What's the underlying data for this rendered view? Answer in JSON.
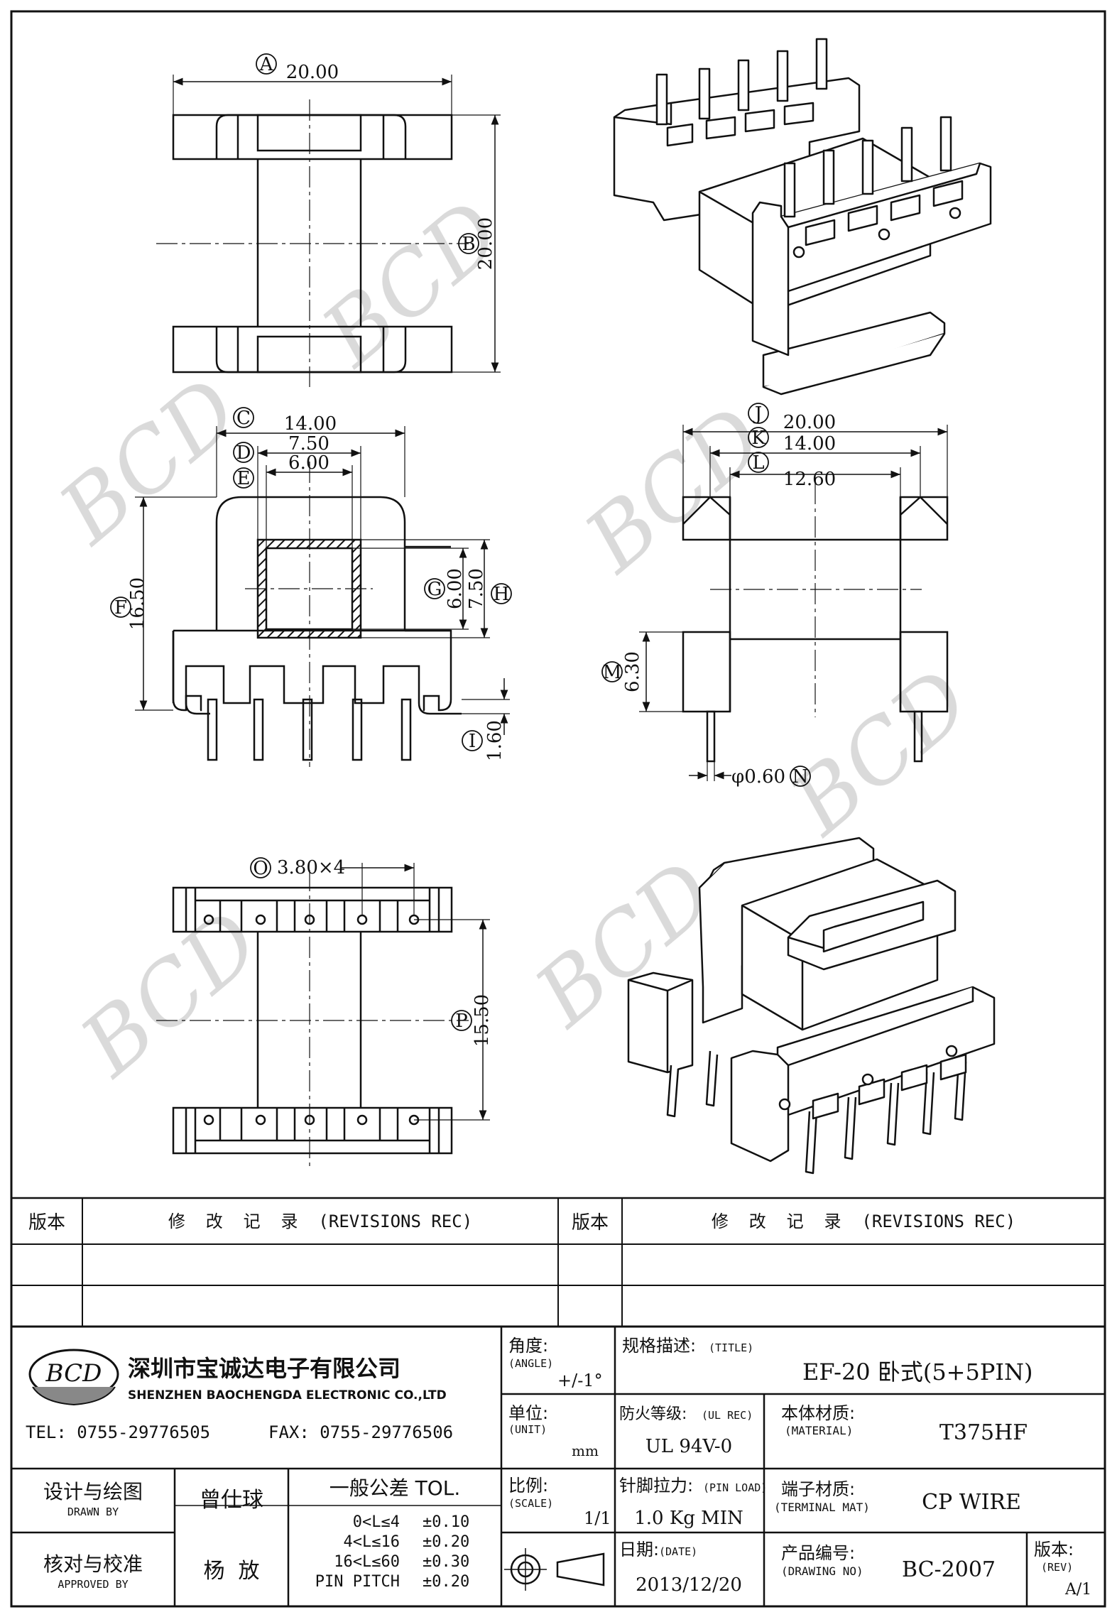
{
  "views": {
    "top": {
      "callouts": [
        "A",
        "B"
      ],
      "dims": [
        "20.00",
        "20.00"
      ]
    },
    "front": {
      "callouts": [
        "C",
        "D",
        "E",
        "F",
        "G",
        "H",
        "I"
      ],
      "dims": [
        "14.00",
        "7.50",
        "6.00",
        "16.50",
        "6.00",
        "7.50",
        "1.60"
      ]
    },
    "side": {
      "callouts": [
        "J",
        "K",
        "L",
        "M",
        "N"
      ],
      "dims": [
        "20.00",
        "14.00",
        "12.60",
        "6.30",
        "φ0.60"
      ]
    },
    "bottom": {
      "callouts": [
        "O",
        "P"
      ],
      "dims": [
        "3.80×4",
        "15.50"
      ]
    }
  },
  "watermark": "BCD",
  "revisions": {
    "col_rev": "版本",
    "col_rec": "修  改  记  录  (REVISIONS REC)"
  },
  "company": {
    "logo": "BCD",
    "name_cn": "深圳市宝诚达电子有限公司",
    "name_en": "SHENZHEN BAOCHENGDA ELECTRONIC CO.,LTD",
    "tel": "TEL: 0755-29776505",
    "fax": "FAX: 0755-29776506"
  },
  "titleblock": {
    "angle_label": "角度:",
    "angle_en": "(ANGLE)",
    "angle_value": "+/-1°",
    "title_label": "规格描述:",
    "title_en": "(TITLE)",
    "title_value": "EF-20 卧式(5+5PIN)",
    "unit_label": "单位:",
    "unit_en": "(UNIT)",
    "unit_value": "mm",
    "ul_label": "防火等级:",
    "ul_en": "(UL REC)",
    "ul_value": "UL 94V-0",
    "material_label": "本体材质:",
    "material_en": "(MATERIAL)",
    "material_value": "T375HF",
    "drawn_label": "设计与绘图",
    "drawn_en": "DRAWN BY",
    "drawn_value": "曾仕球",
    "tol_label": "一般公差 TOL.",
    "tol_rows": [
      {
        "range": "0<L≤4",
        "value": "±0.10"
      },
      {
        "range": "4<L≤16",
        "value": "±0.20"
      },
      {
        "range": "16<L≤60",
        "value": "±0.30"
      },
      {
        "range": "PIN PITCH",
        "value": "±0.20"
      }
    ],
    "approved_label": "核对与校准",
    "approved_en": "APPROVED BY",
    "approved_value": "杨  放",
    "scale_label": "比例:",
    "scale_en": "(SCALE)",
    "scale_value": "1/1",
    "pin_label": "针脚拉力:",
    "pin_en": "(PIN LOAD)",
    "pin_value": "1.0 Kg MIN",
    "terminal_label": "端子材质:",
    "terminal_en": "(TERMINAL MAT)",
    "terminal_value": "CP WIRE",
    "date_label": "日期:",
    "date_en": "(DATE)",
    "date_value": "2013/12/20",
    "drawing_label": "产品编号:",
    "drawing_en": "(DRAWING NO)",
    "drawing_value": "BC-2007",
    "rev_label": "版本:",
    "rev_en": "(REV)",
    "rev_value": "A/1"
  }
}
